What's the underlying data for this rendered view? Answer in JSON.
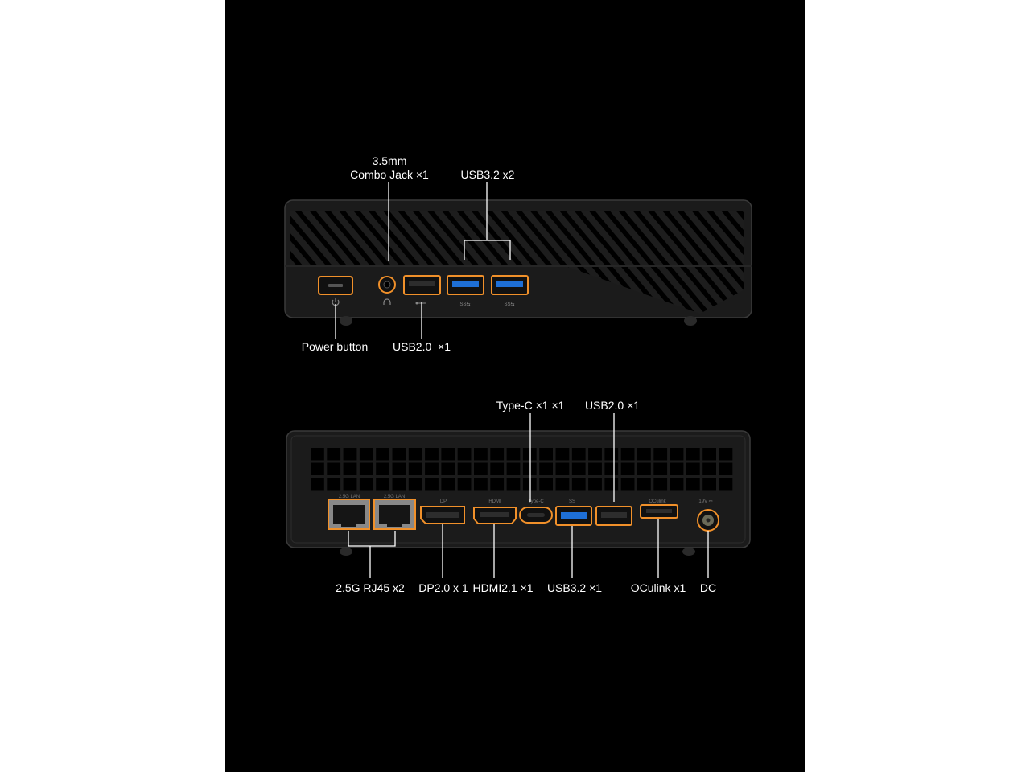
{
  "colors": {
    "accent": "#f0902a",
    "background": "#000000",
    "chassis": "#1a1a1a",
    "usb3_blue": "#1e6fd6",
    "text": "#ffffff"
  },
  "front": {
    "labels": {
      "combo_jack_line1": "3.5mm",
      "combo_jack_line2": "Combo Jack ×1",
      "usb32": "USB3.2 x2",
      "power": "Power button",
      "usb20": "USB2.0  ×1"
    },
    "icons": [
      "power-icon",
      "headphone-icon",
      "usb-icon",
      "ss-usb-icon"
    ]
  },
  "rear": {
    "labels": {
      "typec": "Type-C ×1 ×1",
      "usb20": "USB2.0 ×1",
      "rj45": "2.5G RJ45 x2",
      "dp": "DP2.0 x 1",
      "hdmi": "HDMI2.1 ×1",
      "usb32": "USB3.2 ×1",
      "oculink": "OCulink x1",
      "dc": "DC"
    },
    "port_print": {
      "lan1": "2.5G LAN",
      "lan2": "2.5G LAN",
      "dp": "DP",
      "hdmi": "HDMI",
      "typec": "Type-C",
      "usb3": "SS",
      "oculink": "OCulink",
      "dc": "19V ⎓"
    }
  }
}
